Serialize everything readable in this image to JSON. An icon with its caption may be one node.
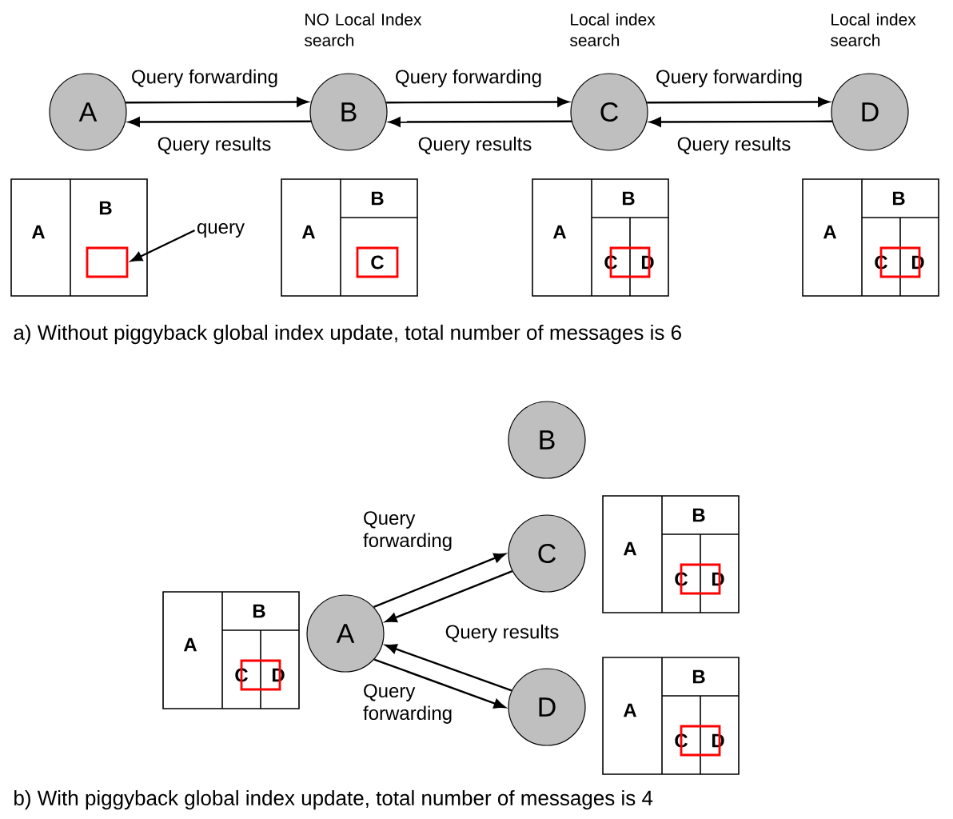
{
  "diagram": {
    "nodes": [
      {
        "text": [
          "A"
        ]
      },
      {
        "text": [
          "B"
        ],
        "beside": [
          "NO Local Index search"
        ]
      },
      {
        "text": [
          "C"
        ],
        "beside": [
          "Local index search"
        ]
      },
      {
        "text": [
          "D"
        ],
        "beside": [
          "Local index search"
        ]
      },
      {
        "text": [],
        "shape": "box"
      },
      {
        "text": [
          "A"
        ],
        "in": 4
      },
      {
        "text": [
          "B"
        ],
        "in": 4
      },
      {
        "text": [],
        "shape": "box",
        "in": 4
      },
      {
        "text": [
          "query"
        ]
      },
      {
        "text": [],
        "shape": "box"
      },
      {
        "text": [
          "A"
        ],
        "in": 9
      },
      {
        "text": [
          "B"
        ],
        "in": 9
      },
      {
        "text": [
          "C"
        ],
        "in": 9
      },
      {
        "text": [],
        "shape": "box"
      },
      {
        "text": [
          "A"
        ],
        "in": 13
      },
      {
        "text": [
          "B"
        ],
        "in": 13
      },
      {
        "text": [
          "C"
        ],
        "in": 13
      },
      {
        "text": [
          "D"
        ],
        "in": 13
      },
      {
        "text": [],
        "shape": "box",
        "in": 13
      },
      {
        "text": [],
        "shape": "box"
      },
      {
        "text": [
          "A"
        ],
        "in": 19
      },
      {
        "text": [
          "B"
        ],
        "in": 19
      },
      {
        "text": [
          "C"
        ],
        "in": 19
      },
      {
        "text": [
          "D"
        ],
        "in": 19
      },
      {
        "text": [],
        "shape": "box",
        "in": 19
      },
      {
        "text": [
          "B"
        ]
      },
      {
        "text": [
          "C"
        ]
      },
      {
        "text": [],
        "shape": "box"
      },
      {
        "text": [
          "A"
        ],
        "in": 27
      },
      {
        "text": [
          "B"
        ],
        "in": 27
      },
      {
        "text": [
          "C"
        ],
        "in": 27
      },
      {
        "text": [
          "D"
        ],
        "in": 27
      },
      {
        "text": [],
        "shape": "box",
        "in": 27
      },
      {
        "text": [],
        "shape": "box"
      },
      {
        "text": [
          "A"
        ],
        "in": 33
      },
      {
        "text": [
          "B"
        ],
        "in": 33
      },
      {
        "text": [
          "C"
        ],
        "in": 33
      },
      {
        "text": [
          "D"
        ],
        "in": 33
      },
      {
        "text": [],
        "shape": "box",
        "in": 33
      },
      {
        "text": [
          "A"
        ]
      },
      {
        "text": [
          "D"
        ]
      },
      {
        "text": [],
        "shape": "box"
      },
      {
        "text": [
          "A"
        ],
        "in": 41
      },
      {
        "text": [
          "B"
        ],
        "in": 41
      },
      {
        "text": [
          "C"
        ],
        "in": 41
      },
      {
        "text": [
          "D"
        ],
        "in": 41
      },
      {
        "text": [],
        "shape": "box",
        "in": 41
      }
    ],
    "edges": [
      {
        "from": 0,
        "to": 1,
        "arrow": "to",
        "label": "Query forwarding"
      },
      {
        "from": 1,
        "to": 0,
        "arrow": "to",
        "label": "Query results"
      },
      {
        "from": 1,
        "to": 2,
        "arrow": "to",
        "label": "Query forwarding"
      },
      {
        "from": 2,
        "to": 1,
        "arrow": "to",
        "label": "Query results"
      },
      {
        "from": 2,
        "to": 3,
        "arrow": "to",
        "label": "Query forwarding"
      },
      {
        "from": 3,
        "to": 2,
        "arrow": "to",
        "label": "Query results"
      },
      {
        "from": 8,
        "to": 7,
        "arrow": "to"
      },
      {
        "from": 39,
        "to": 26,
        "arrow": "to",
        "label": "Query forwarding"
      },
      {
        "from": 26,
        "to": 39,
        "arrow": "to",
        "label": "Query results"
      },
      {
        "from": 40,
        "to": 39,
        "arrow": "to"
      },
      {
        "from": 39,
        "to": 40,
        "arrow": "to",
        "label": "Query forwarding"
      }
    ],
    "labels": [
      "a) Without piggyback global index update, total number of messages is 6",
      "b) With piggyback global index update, total number of messages is 4"
    ]
  }
}
